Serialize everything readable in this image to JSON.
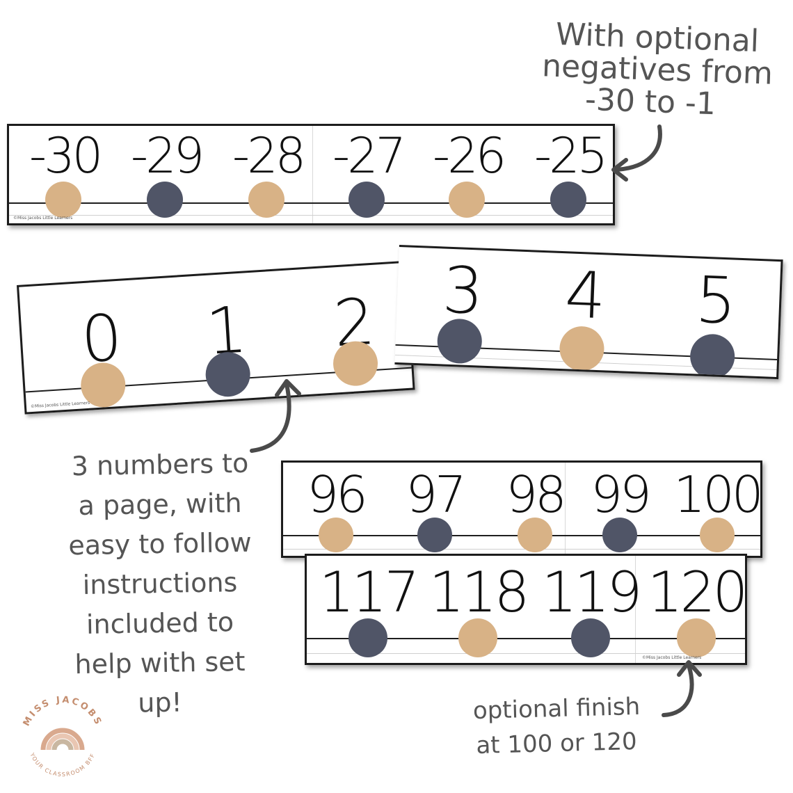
{
  "colors": {
    "tan": "#D8B286",
    "navy": "#505567",
    "text": "#555555",
    "ink": "#1e1e1e"
  },
  "copyright": "©Miss Jacobs Little Learners",
  "strip_negatives": {
    "cards": [
      {
        "items": [
          {
            "n": "-30",
            "c": "tan"
          },
          {
            "n": "-29",
            "c": "navy"
          },
          {
            "n": "-28",
            "c": "tan"
          }
        ]
      },
      {
        "items": [
          {
            "n": "-27",
            "c": "navy"
          },
          {
            "n": "-26",
            "c": "tan"
          },
          {
            "n": "-25",
            "c": "navy"
          }
        ]
      }
    ]
  },
  "strip_zero": {
    "items": [
      {
        "n": "0",
        "c": "tan"
      },
      {
        "n": "1",
        "c": "navy"
      },
      {
        "n": "2",
        "c": "tan"
      }
    ]
  },
  "strip_three": {
    "items": [
      {
        "n": "3",
        "c": "navy"
      },
      {
        "n": "4",
        "c": "tan"
      },
      {
        "n": "5",
        "c": "navy"
      }
    ]
  },
  "strip_96": {
    "items": [
      {
        "n": "96",
        "c": "tan"
      },
      {
        "n": "97",
        "c": "navy"
      },
      {
        "n": "98",
        "c": "tan"
      },
      {
        "n": "99",
        "c": "navy"
      },
      {
        "n": "100",
        "c": "tan"
      }
    ]
  },
  "strip_117": {
    "items": [
      {
        "n": "117",
        "c": "navy"
      },
      {
        "n": "118",
        "c": "tan"
      },
      {
        "n": "119",
        "c": "navy"
      },
      {
        "n": "120",
        "c": "tan"
      }
    ]
  },
  "notes": {
    "negatives": [
      "With optional",
      "negatives from",
      "-30 to -1"
    ],
    "pages": [
      "3 numbers to",
      "a page, with",
      "easy to follow",
      "instructions",
      "included to",
      "help with set",
      "up!"
    ],
    "finish": [
      "optional finish",
      "at 100 or 120"
    ]
  },
  "logo": {
    "top_text": "MISS JACOBS",
    "bottom_text": "YOUR CLASSROOM BFF"
  }
}
